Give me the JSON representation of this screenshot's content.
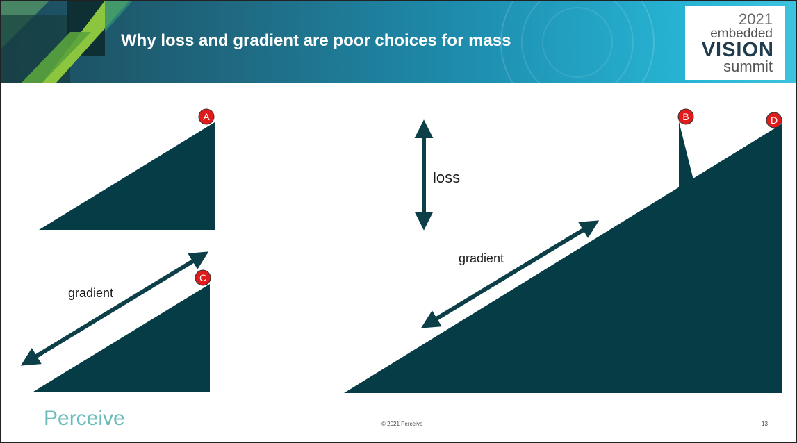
{
  "slide": {
    "title": "Why loss and gradient are poor choices for mass",
    "page_number": "13"
  },
  "event_logo": {
    "year": "2021",
    "line1": "embedded",
    "line2": "VISION",
    "line3": "summit"
  },
  "diagram": {
    "point_labels": [
      "A",
      "B",
      "C",
      "D"
    ],
    "loss_label": "loss",
    "gradient_label_left": "gradient",
    "gradient_label_right": "gradient"
  },
  "footer": {
    "brand": "Perceive",
    "copyright": "© 2021 Perceive"
  },
  "colors": {
    "triangle": "#053c46",
    "arrow": "#0d3f48",
    "marker": "#e01b1b",
    "brand": "#6bbdbb"
  }
}
